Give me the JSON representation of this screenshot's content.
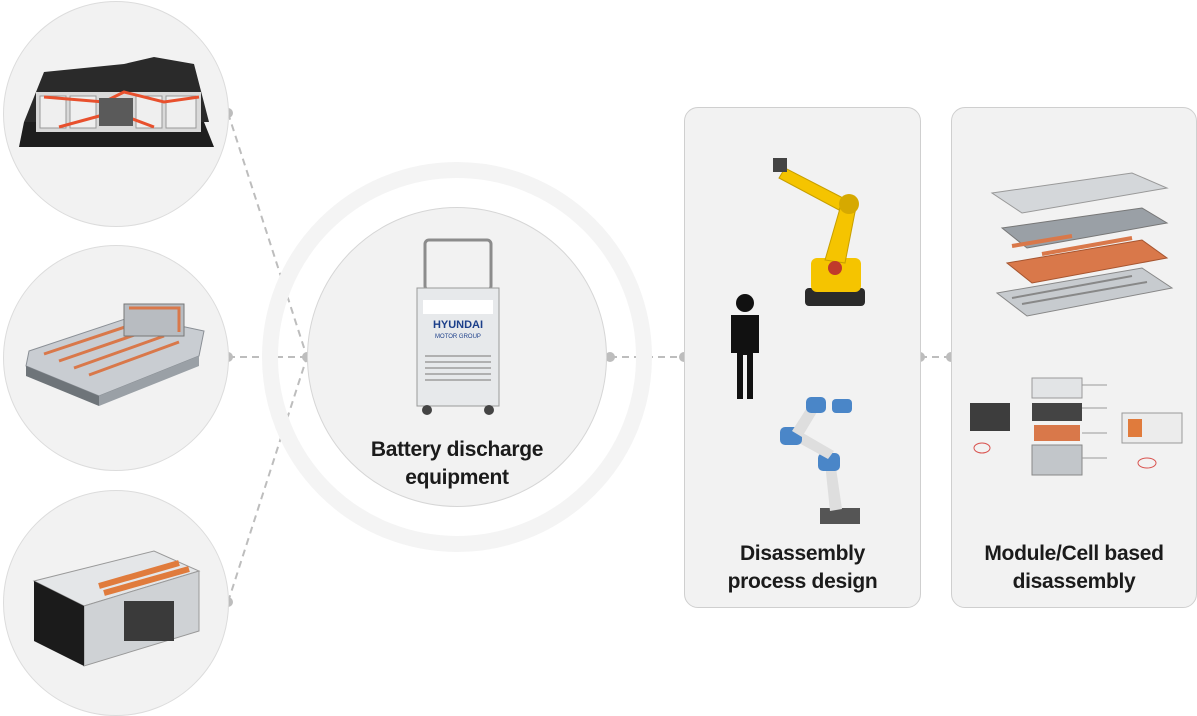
{
  "center": {
    "label_line1": "Battery discharge",
    "label_line2": "equipment",
    "device_brand": "HYUNDAI",
    "device_sub": "MOTOR GROUP"
  },
  "panels": [
    {
      "label_line1": "Disassembly",
      "label_line2": "process design"
    },
    {
      "label_line1": "Module/Cell based",
      "label_line2": "disassembly"
    }
  ],
  "battery_pack_circles": [
    {
      "icon": "battery-pack-top-icon"
    },
    {
      "icon": "battery-pack-skateboard-icon"
    },
    {
      "icon": "battery-module-icon"
    }
  ],
  "colors": {
    "panel_bg": "#f2f2f2",
    "connector": "#b9b9b9",
    "robot_yellow": "#f5c400",
    "cobot_blue": "#4a86c8",
    "copper": "#d9784a"
  }
}
